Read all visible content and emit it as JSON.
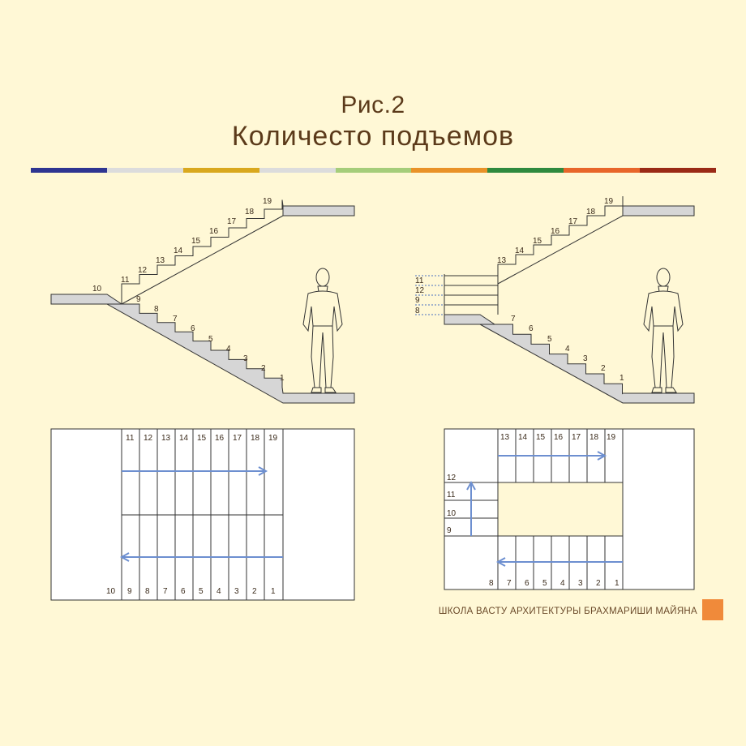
{
  "title": {
    "line1": "Рис.2",
    "line2": "Количесто подъемов"
  },
  "colors": {
    "background": "#fff8d6",
    "text": "#5b3a1a",
    "slab_fill": "#d6d6d6",
    "arrow": "#6d8fd0",
    "footer_box": "#f08a3a",
    "bar": [
      "#2e3591",
      "#dcdcdc",
      "#d9a81e",
      "#dcdcdc",
      "#a5cd7a",
      "#e99228",
      "#2f8a3e",
      "#e8662a",
      "#9a2a16"
    ]
  },
  "left_section": {
    "lower_flight_numbers": [
      "1",
      "2",
      "3",
      "4",
      "5",
      "6",
      "7",
      "8",
      "9"
    ],
    "landing_number": "10",
    "upper_flight_numbers": [
      "11",
      "12",
      "13",
      "14",
      "15",
      "16",
      "17",
      "18",
      "19"
    ],
    "person_icon": "standing-man-icon"
  },
  "right_section": {
    "lower_flight_numbers": [
      "1",
      "2",
      "3",
      "4",
      "5",
      "6",
      "7"
    ],
    "landing_numbers": [
      "8",
      "9",
      "12",
      "11"
    ],
    "upper_flight_numbers": [
      "13",
      "14",
      "15",
      "16",
      "17",
      "18",
      "19"
    ],
    "person_icon": "standing-man-icon"
  },
  "left_plan": {
    "top_row": [
      "11",
      "12",
      "13",
      "14",
      "15",
      "16",
      "17",
      "18",
      "19"
    ],
    "bottom_row": [
      "10",
      "9",
      "8",
      "7",
      "6",
      "5",
      "4",
      "3",
      "2",
      "1"
    ]
  },
  "right_plan": {
    "top_row": [
      "13",
      "14",
      "15",
      "16",
      "17",
      "18",
      "19"
    ],
    "side_column": [
      "12",
      "11",
      "10",
      "9"
    ],
    "bottom_row": [
      "8",
      "7",
      "6",
      "5",
      "4",
      "3",
      "2",
      "1"
    ]
  },
  "footer": {
    "text": "ШКОЛА ВАСТУ АРХИТЕКТУРЫ БРАХМАРИШИ МАЙЯНА"
  }
}
